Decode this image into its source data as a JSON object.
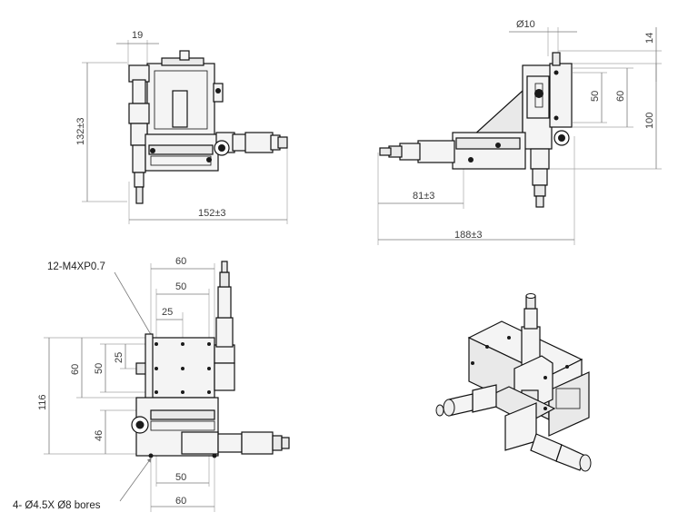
{
  "views": {
    "side_left": {
      "dims": {
        "top_width": "19",
        "height": "132±3",
        "length": "152±3"
      }
    },
    "side_right": {
      "dims": {
        "diameter": "Ø10",
        "offset_top": "14",
        "d50": "50",
        "d60": "60",
        "d100": "100",
        "d81": "81±3",
        "d188": "188±3"
      }
    },
    "top_view": {
      "dims": {
        "w60": "60",
        "w50": "50",
        "w25": "25",
        "h116": "116",
        "h60": "60",
        "h50": "50",
        "h25": "25",
        "h46": "46",
        "b50": "50",
        "b60": "60"
      },
      "callouts": {
        "threads": "12-M4XP0.7",
        "bores": "4- Ø4.5X Ø8 bores"
      }
    }
  },
  "colors": {
    "line": "#111111",
    "dimension": "#7a7a7a",
    "text": "#3a3a3a"
  }
}
